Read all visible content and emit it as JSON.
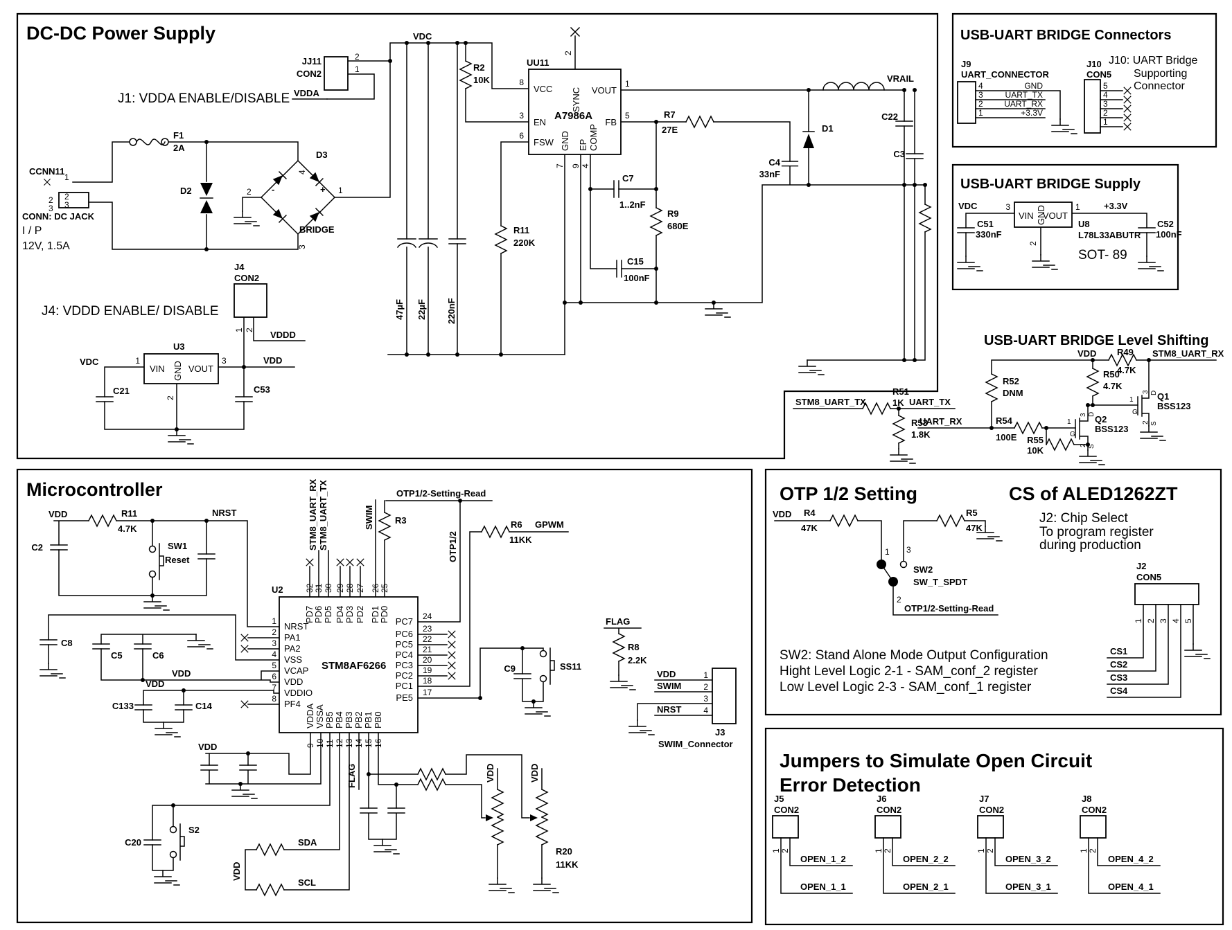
{
  "dcdc": {
    "title": "DC-DC Power Supply",
    "j1_note": "J1: VDDA ENABLE/DISABLE",
    "j4_note": "J4:  VDDD ENABLE/ DISABLE",
    "net_vdc": "VDC",
    "net_vdda": "VDDA",
    "net_vddd": "VDDD",
    "net_vdd": "VDD",
    "net_vrail": "VRAIL",
    "u3_vdc": "VDC",
    "jj11": {
      "r": "JJ11",
      "t": "CON2",
      "p1": "1",
      "p2": "2"
    },
    "conn": {
      "r": "CCNN11",
      "p1": "1",
      "p2": "2",
      "p3": "3",
      "p2o": "2",
      "p3o": "3",
      "n1": "CONN: DC JACK",
      "n2": "I / P",
      "n3": "12V, 1.5A"
    },
    "f1": {
      "r": "F1",
      "v": "2A"
    },
    "d2": "D2",
    "d3": {
      "r": "D3",
      "n": "BRIDGE",
      "p1": "1",
      "p2": "2",
      "p3": "3",
      "p4": "4",
      "plus": "+",
      "minus": "-"
    },
    "r2": {
      "r": "R2",
      "v": "10K"
    },
    "u11": {
      "ref": "UU11",
      "part": "A7986A",
      "vcc": "VCC",
      "en": "EN",
      "fsw": "FSW",
      "sync": "SYNC",
      "gnd": "GND",
      "ep": "EP",
      "comp": "COMP",
      "vout": "VOUT",
      "fb": "FB",
      "p8": "8",
      "p3": "3",
      "p6": "6",
      "p2": "2",
      "p7": "7",
      "p9": "9",
      "p4": "4",
      "p1": "1",
      "p5": "5"
    },
    "r11": {
      "r": "R11",
      "v": "220K"
    },
    "cin": [
      "47µF",
      "22µF",
      "220nF"
    ],
    "r7": {
      "r": "R7",
      "v": "27E"
    },
    "c4": {
      "r": "C4",
      "v": "33nF"
    },
    "c7": {
      "r": "C7",
      "v": "1..2nF"
    },
    "r9": {
      "r": "R9",
      "v": "680E"
    },
    "c15": {
      "r": "C15",
      "v": "100nF"
    },
    "d1": "D1",
    "c22": "C22",
    "c3": "C3",
    "j4c": {
      "r": "J4",
      "t": "CON2",
      "p1": "1",
      "p2": "2"
    },
    "u3": {
      "r": "U3",
      "vin": "VIN",
      "gnd": "GND",
      "vout": "VOUT",
      "p1": "1",
      "p2": "2",
      "p3": "3"
    },
    "c21": "C21",
    "c53": "C53"
  },
  "conn_box": {
    "title": "USB-UART BRIDGE Connectors",
    "j9r": "J9",
    "j9t": "UART_CONNECTOR",
    "j9p": [
      {
        "n": "4",
        "net": "GND"
      },
      {
        "n": "3",
        "net": "UART_TX"
      },
      {
        "n": "2",
        "net": "UART_RX"
      },
      {
        "n": "1",
        "net": "+3.3V"
      }
    ],
    "j10r": "J10",
    "j10t": "CON5",
    "j10p": [
      "5",
      "4",
      "3",
      "2",
      "1"
    ],
    "note": [
      "J10:  UART Bridge",
      "Supporting",
      "Connector"
    ]
  },
  "supply": {
    "title": "USB-UART BRIDGE Supply",
    "vdc": "VDC",
    "v33": "+3.3V",
    "u8": {
      "r": "U8",
      "part": "L78L33ABUTR",
      "pkg": "SOT- 89",
      "vin": "VIN",
      "gnd": "GND",
      "vout": "VOUT",
      "p1": "1",
      "p2": "2",
      "p3": "3"
    },
    "c51": {
      "r": "C51",
      "v": "330nF"
    },
    "c52": {
      "r": "C52",
      "v": "100nF"
    }
  },
  "level": {
    "title": "USB-UART BRIDGE Level Shifting",
    "stx": "STM8_UART_TX",
    "utx": "UART_TX",
    "srx": "STM8_UART_RX",
    "urx": "UART_RX",
    "vdd": "VDD",
    "r51": {
      "r": "R51",
      "v": "1K"
    },
    "r53": {
      "r": "R53",
      "v": "1.8K"
    },
    "r49": {
      "r": "R49",
      "v": "4.7K"
    },
    "r50": {
      "r": "R50",
      "v": "4.7K"
    },
    "r52": {
      "r": "R52",
      "v": "DNM"
    },
    "r54": {
      "r": "R54",
      "v": "100E"
    },
    "r55": {
      "r": "R55",
      "v": "10K"
    },
    "q1": {
      "r": "Q1",
      "part": "BSS123"
    },
    "q2": {
      "r": "Q2",
      "part": "BSS123"
    },
    "g": "G",
    "dd": "D",
    "ss": "S",
    "n1": "1",
    "n2": "2",
    "n3": "3"
  },
  "mcu": {
    "title": "Microcontroller",
    "r11": {
      "r": "R11",
      "v": "4.7K"
    },
    "sw1": {
      "r": "SW1",
      "n": "Reset"
    },
    "c2": "C2",
    "c8": "C8",
    "c5": "C5",
    "c6": "C6",
    "c133": "C133",
    "c14": "C14",
    "c20": "C20",
    "c9": "C9",
    "s2": "S2",
    "ss11": "SS11",
    "nrst": "NRST",
    "vdd": "VDD",
    "flag": "FLAG",
    "swim": "SWIM",
    "sda": "SDA",
    "scl": "SCL",
    "gpwm": "GPWM",
    "otp_read": "OTP1/2-Setting-Read",
    "otp12": "OTP1/2",
    "srx": "STM8_UART_RX",
    "stx": "STM8_UART_TX",
    "r3": "R3",
    "r6": {
      "r": "R6",
      "v": "11KK"
    },
    "r8": {
      "r": "R8",
      "v": "2.2K"
    },
    "r20": {
      "r": "R20",
      "v": "11KK"
    },
    "u2": {
      "r": "U2",
      "part": "STM8AF6266",
      "left": [
        {
          "n": "1",
          "p": "NRST"
        },
        {
          "n": "2",
          "p": "PA1"
        },
        {
          "n": "3",
          "p": "PA2"
        },
        {
          "n": "4",
          "p": "VSS"
        },
        {
          "n": "5",
          "p": "VCAP"
        },
        {
          "n": "6",
          "p": "VDD"
        },
        {
          "n": "7",
          "p": "VDDIO"
        },
        {
          "n": "8",
          "p": "PF4"
        }
      ],
      "top": [
        {
          "n": "32",
          "p": "PD7"
        },
        {
          "n": "31",
          "p": "PD6"
        },
        {
          "n": "30",
          "p": "PD5"
        },
        {
          "n": "29",
          "p": "PD4"
        },
        {
          "n": "28",
          "p": "PD3"
        },
        {
          "n": "27",
          "p": "PD2"
        },
        {
          "n": "26",
          "p": "PD1"
        },
        {
          "n": "25",
          "p": "PD0"
        }
      ],
      "right": [
        {
          "n": "24",
          "p": "PC7"
        },
        {
          "n": "23",
          "p": "PC6"
        },
        {
          "n": "22",
          "p": "PC5"
        },
        {
          "n": "21",
          "p": "PC4"
        },
        {
          "n": "20",
          "p": "PC3"
        },
        {
          "n": "19",
          "p": "PC2"
        },
        {
          "n": "18",
          "p": "PC1"
        },
        {
          "n": "17",
          "p": "PE5"
        }
      ],
      "bottom": [
        {
          "n": "9",
          "p": "VDDA"
        },
        {
          "n": "10",
          "p": "VSSA"
        },
        {
          "n": "11",
          "p": "PB5"
        },
        {
          "n": "12",
          "p": "PB4"
        },
        {
          "n": "13",
          "p": "PB3"
        },
        {
          "n": "14",
          "p": "PB2"
        },
        {
          "n": "15",
          "p": "PB1"
        },
        {
          "n": "16",
          "p": "PB0"
        }
      ]
    },
    "j3": {
      "r": "J3",
      "name": "SWIM_Connector",
      "p": [
        "1",
        "2",
        "3",
        "4"
      ],
      "vdd": "VDD",
      "swim": "SWIM",
      "nrst": "NRST"
    }
  },
  "otp": {
    "title": "OTP 1/2 Setting",
    "vdd": "VDD",
    "r4": {
      "r": "R4",
      "v": "47K"
    },
    "r5": {
      "r": "R5",
      "v": "47K"
    },
    "sw2": {
      "r": "SW2",
      "part": "SW_T_SPDT",
      "p1": "1",
      "p2": "2",
      "p3": "3"
    },
    "read": "OTP1/2-Setting-Read",
    "note": [
      "SW2: Stand Alone Mode Output Configuration",
      "Hight Level Logic 2-1 - SAM_conf_2 register",
      "Low Level Logic 2-3 - SAM_conf_1 register"
    ]
  },
  "cs": {
    "title": "CS of ALED1262ZT",
    "note": [
      "J2: Chip Select",
      "To program register",
      "during production"
    ],
    "j2": {
      "r": "J2",
      "t": "CON5",
      "p": [
        "1",
        "2",
        "3",
        "4",
        "5"
      ],
      "cs": [
        "CS1",
        "CS2",
        "CS3",
        "CS4"
      ]
    }
  },
  "jumpers": {
    "t1": "Jumpers to Simulate Open Circuit",
    "t2": "Error Detection",
    "items": [
      {
        "r": "J5",
        "t": "CON2",
        "p1": "1",
        "p2": "2",
        "n2": "OPEN_1_2",
        "n1": "OPEN_1_1"
      },
      {
        "r": "J6",
        "t": "CON2",
        "p1": "1",
        "p2": "2",
        "n2": "OPEN_2_2",
        "n1": "OPEN_2_1"
      },
      {
        "r": "J7",
        "t": "CON2",
        "p1": "1",
        "p2": "2",
        "n2": "OPEN_3_2",
        "n1": "OPEN_3_1"
      },
      {
        "r": "J8",
        "t": "CON2",
        "p1": "1",
        "p2": "2",
        "n2": "OPEN_4_2",
        "n1": "OPEN_4_1"
      }
    ]
  },
  "colors": {
    "ink": "#000000",
    "bg": "#ffffff"
  }
}
